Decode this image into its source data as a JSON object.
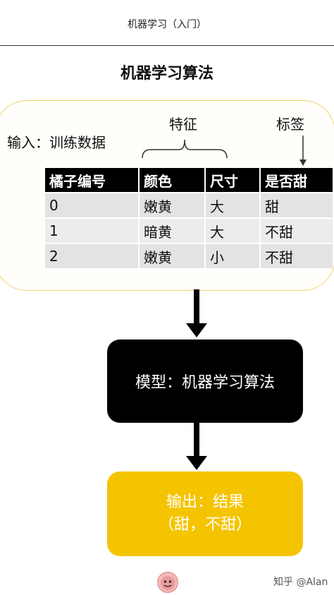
{
  "header": {
    "title": "机器学习（入门）"
  },
  "main": {
    "title": "机器学习算法"
  },
  "input_section": {
    "input_label": "输入：训练数据",
    "feature_label": "特征",
    "label_label": "标签",
    "table": {
      "headers": [
        "橘子编号",
        "颜色",
        "尺寸",
        "是否甜"
      ],
      "rows": [
        [
          "0",
          "嫩黄",
          "大",
          "甜"
        ],
        [
          "1",
          "暗黄",
          "大",
          "不甜"
        ],
        [
          "2",
          "嫩黄",
          "小",
          "不甜"
        ]
      ]
    }
  },
  "model_box": {
    "text": "模型：机器学习算法"
  },
  "output_box": {
    "line1": "输出：结果",
    "line2": "（甜，不甜）"
  },
  "footer": {
    "watermark": "知乎 @Alan"
  },
  "colors": {
    "accent_yellow": "#f5c400",
    "card_border": "#f0d36a",
    "table_header": "#000000",
    "table_cell": "#e3e3e3"
  }
}
